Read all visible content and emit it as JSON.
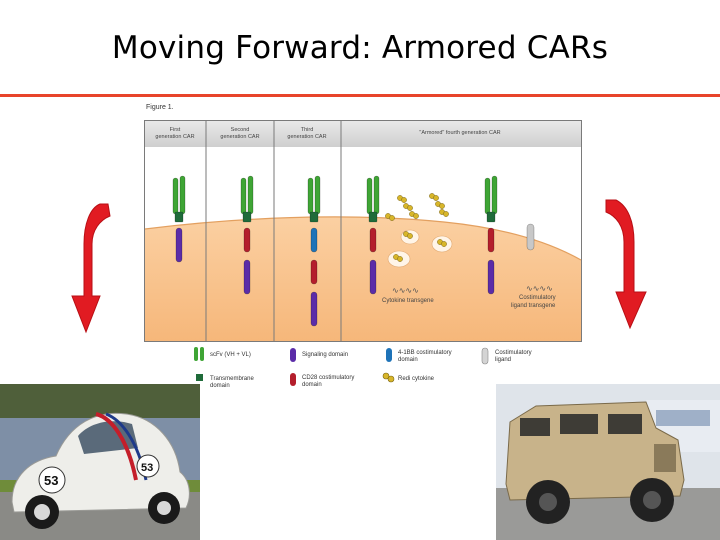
{
  "slide": {
    "title": "Moving Forward: Armored CARs",
    "rule_color": "#e8442a"
  },
  "figure": {
    "label": "Figure 1.",
    "columns": [
      {
        "header_line1": "First",
        "header_line2": "generation CAR"
      },
      {
        "header_line1": "Second",
        "header_line2": "generation CAR"
      },
      {
        "header_line1": "Third",
        "header_line2": "generation CAR"
      },
      {
        "header_line1": "\"Armored\" fourth generation CAR",
        "header_line2": ""
      }
    ],
    "annotations": {
      "cytokine_transgene": "Cytokine transgene",
      "costim_ligand_line1": "Costimulatory",
      "costim_ligand_line2": "ligand transgene"
    },
    "colors": {
      "scfv": "#3fa535",
      "transmembrane": "#1f6b3a",
      "signaling": "#5b2ca8",
      "costim_4_1bb": "#1e73b8",
      "costim_cd28": "#b41e2c",
      "cytokine": "#d8b62a",
      "ligand": "#c8c8c8",
      "cell": "#f9c896"
    }
  },
  "legend": {
    "scfv": "scFv (VH + VL)",
    "transmembrane_line1": "Transmembrane",
    "transmembrane_line2": "domain",
    "signaling": "Signaling domain",
    "costim_cd28_line1": "CD28 costimulatory",
    "costim_cd28_line2": "domain",
    "costim_4_1bb_line1": "4-1BB costimulatory",
    "costim_4_1bb_line2": "domain",
    "cytokine": "Redi cytokine",
    "ligand_line1": "Costimulatory",
    "ligand_line2": "ligand"
  },
  "arrows": {
    "color": "#e11b22"
  }
}
